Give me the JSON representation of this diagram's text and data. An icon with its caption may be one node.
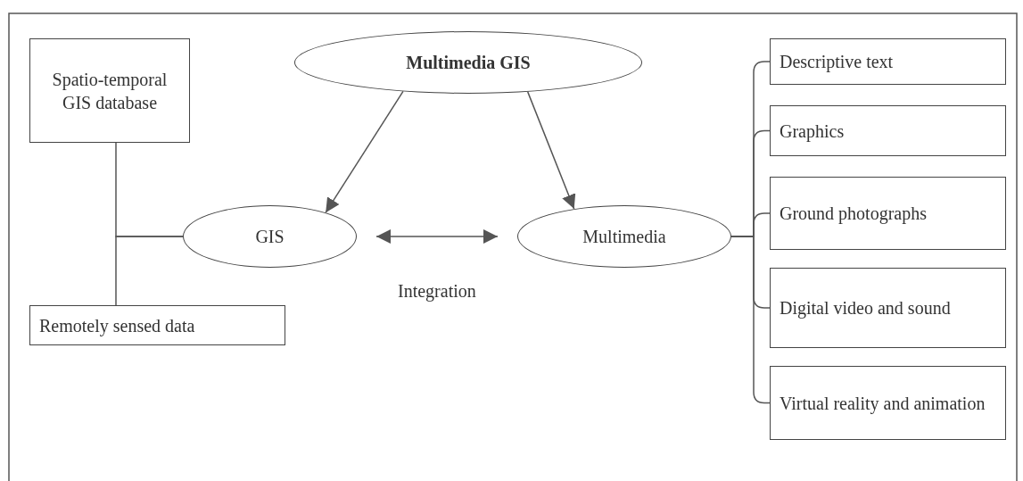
{
  "diagram": {
    "nodes": [
      {
        "text": [
          "Multimedia GIS"
        ]
      },
      {
        "text": [
          "Spatio-temporal GIS database"
        ]
      },
      {
        "text": [
          "GIS"
        ]
      },
      {
        "text": [
          "Multimedia"
        ]
      },
      {
        "text": [
          "Remotely sensed data"
        ]
      },
      {
        "text": [
          "Descriptive text"
        ]
      },
      {
        "text": [
          "Graphics"
        ]
      },
      {
        "text": [
          "Ground photographs"
        ]
      },
      {
        "text": [
          "Digital video and sound"
        ]
      },
      {
        "text": [
          "Virtual reality and animation"
        ]
      }
    ],
    "edges": [
      {
        "from": 0,
        "to": 2,
        "arrow": "to"
      },
      {
        "from": 0,
        "to": 3,
        "arrow": "to"
      },
      {
        "from": 2,
        "to": 3,
        "arrow": "both",
        "label": "Integration"
      },
      {
        "from": 1,
        "to": 2,
        "arrow": "none"
      },
      {
        "from": 4,
        "to": 2,
        "arrow": "none"
      },
      {
        "from": 3,
        "to": 5,
        "arrow": "none"
      },
      {
        "from": 3,
        "to": 6,
        "arrow": "none"
      },
      {
        "from": 3,
        "to": 7,
        "arrow": "none"
      },
      {
        "from": 3,
        "to": 8,
        "arrow": "none"
      },
      {
        "from": 3,
        "to": 9,
        "arrow": "none"
      }
    ]
  }
}
